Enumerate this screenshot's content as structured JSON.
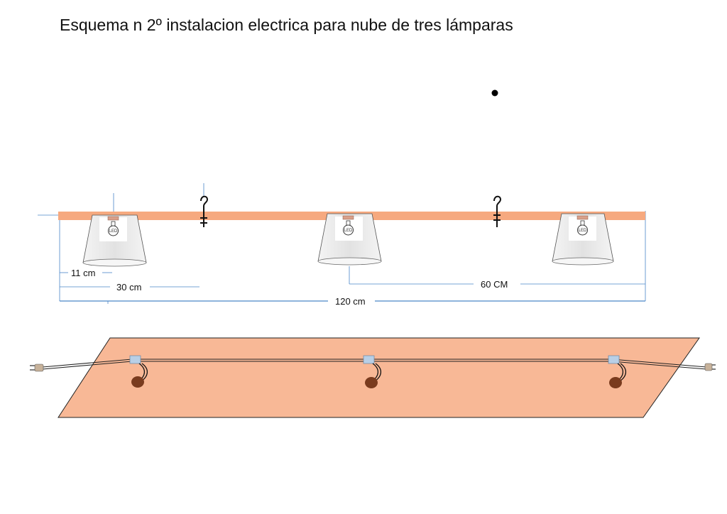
{
  "title": "Esquema n 2º instalacion electrica para nube de tres lámparas",
  "dimensions": {
    "d11": "11 cm",
    "d30": "30 cm",
    "d60": "60 CM",
    "d120": "120 cm"
  },
  "lamp_label": "LED",
  "colors": {
    "board": "#f8b896",
    "bar": "#f6a97f",
    "dim_line": "#4a86c8",
    "shade": "#eeeeee",
    "socket": "#7a3b1e"
  }
}
